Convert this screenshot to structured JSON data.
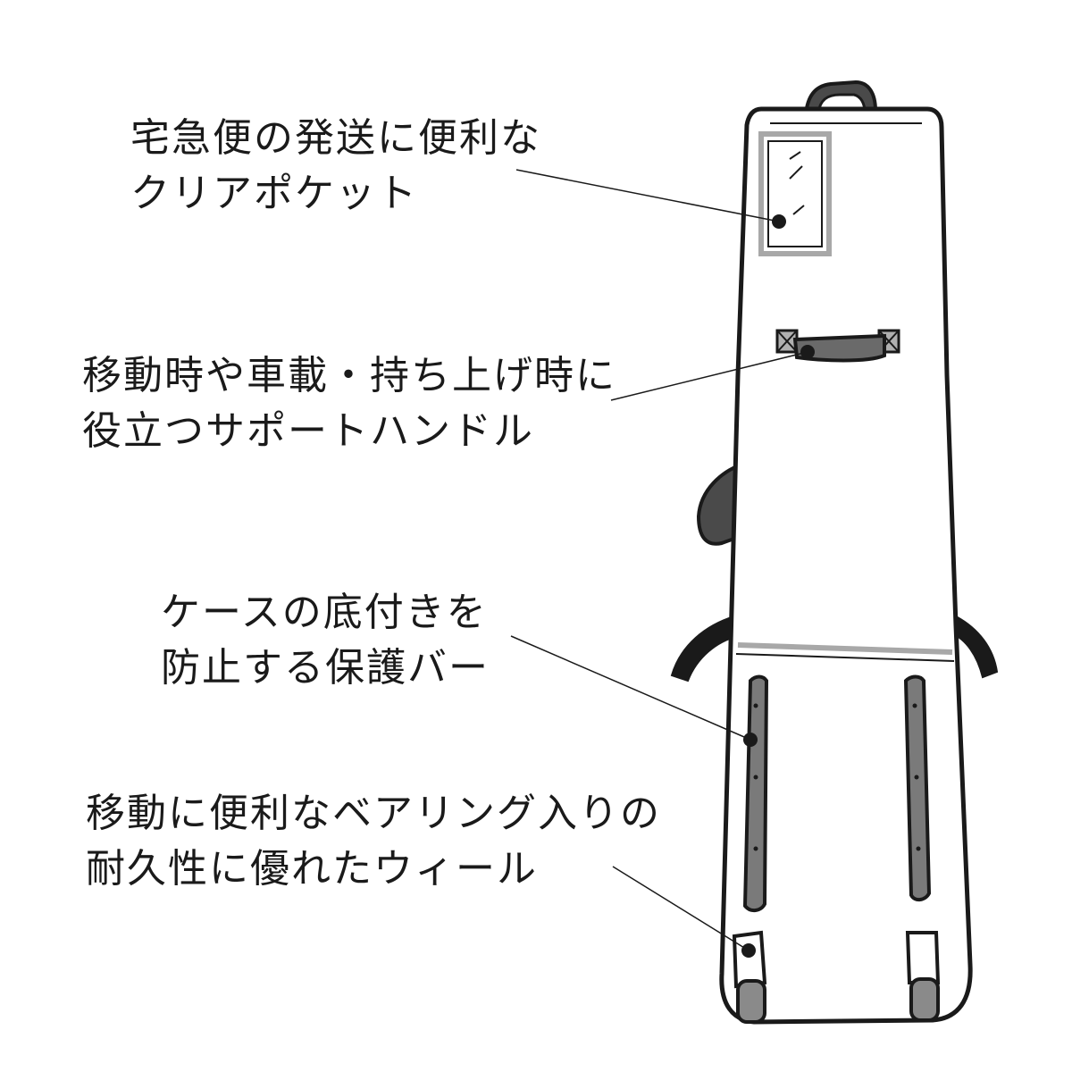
{
  "callouts": [
    {
      "line1": "宅急便の発送に便利な",
      "line2": "クリアポケット"
    },
    {
      "line1": "移動時や車載・持ち上げ時に",
      "line2": "役立つサポートハンドル"
    },
    {
      "line1": "ケースの底付きを",
      "line2": "防止する保護バー"
    },
    {
      "line1": "移動に便利なベアリング入りの",
      "line2": "耐久性に優れたウィール"
    }
  ],
  "colors": {
    "outline": "#1a1a1a",
    "body": "#ffffff",
    "accent_gray": "#7a7a7a",
    "pocket_border": "#a8a8a8",
    "dark_parts": "#3a3a3a"
  }
}
